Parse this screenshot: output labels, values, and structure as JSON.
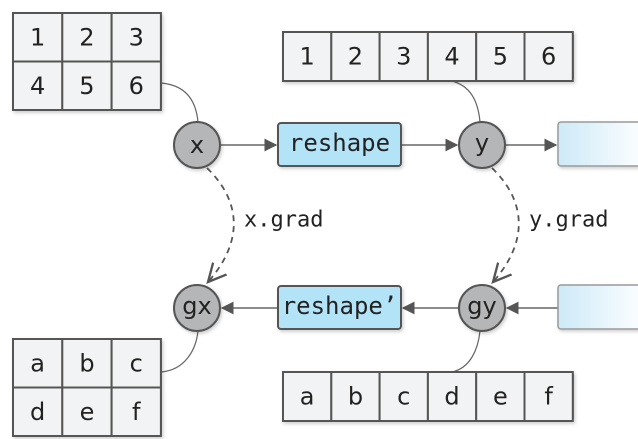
{
  "diagram": {
    "forward": {
      "input_node": "x",
      "function": "reshape",
      "output_node": "y",
      "input_tensor": [
        [
          "1",
          "2",
          "3"
        ],
        [
          "4",
          "5",
          "6"
        ]
      ],
      "output_tensor": [
        "1",
        "2",
        "3",
        "4",
        "5",
        "6"
      ]
    },
    "backward": {
      "input_grad_node": "gx",
      "function": "reshape’",
      "output_grad_node": "gy",
      "input_grad_tensor": [
        [
          "a",
          "b",
          "c"
        ],
        [
          "d",
          "e",
          "f"
        ]
      ],
      "output_grad_tensor": [
        "a",
        "b",
        "c",
        "d",
        "e",
        "f"
      ]
    },
    "grad_labels": {
      "x_grad": "x.grad",
      "y_grad": "y.grad"
    },
    "colors": {
      "node_fill": "#b5b6b8",
      "function_fill": "#b3e3f7",
      "cell_fill": "#f1f3f4",
      "stroke": "#555555"
    }
  }
}
